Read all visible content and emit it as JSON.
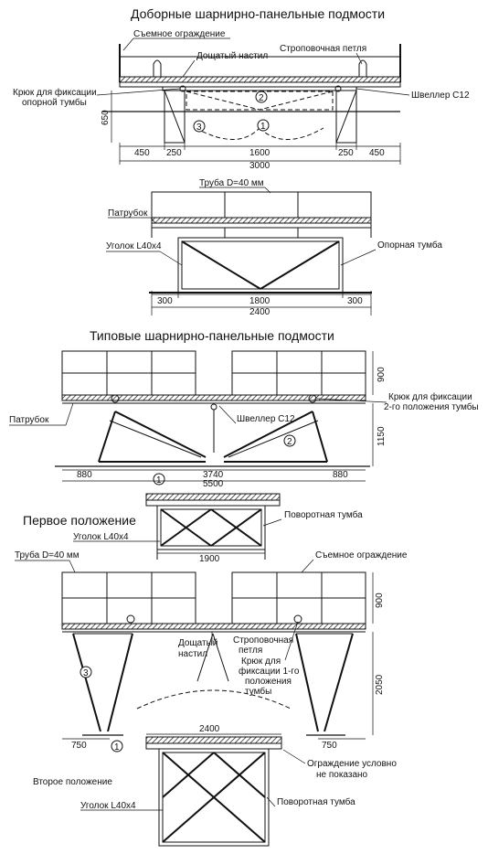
{
  "section1": {
    "title": "Доборные шарнирно-панельные подмости",
    "labels": {
      "removable_fence": "Съемное ограждение",
      "plank_deck": "Дощатый настил",
      "lifting_loop": "Строповочная петля",
      "hook_line1": "Крюк для фиксации",
      "hook_line2": "опорной тумбы",
      "channel": "Швеллер С12",
      "height": "650",
      "callout1": "1",
      "callout2": "2",
      "callout3": "3"
    },
    "dims": [
      "450",
      "250",
      "1600",
      "250",
      "450"
    ],
    "total": "3000"
  },
  "section2": {
    "labels": {
      "pipe": "Труба D=40 мм",
      "nozzle": "Патрубок",
      "angle": "Уголок L40x4",
      "support": "Опорная тумба"
    },
    "dims": [
      "300",
      "1800",
      "300"
    ],
    "total": "2400"
  },
  "section3": {
    "title": "Типовые шарнирно-панельные подмости",
    "labels": {
      "nozzle": "Патрубок",
      "channel": "Швеллер С12",
      "hook_line1": "Крюк для фиксации",
      "hook_line2": "2-го положения тумбы",
      "h900": "900",
      "h1150": "1150",
      "callout1": "1",
      "callout2": "2"
    },
    "dims": [
      "880",
      "3740",
      "880"
    ],
    "total": "5500"
  },
  "section4": {
    "title": "Первое положение",
    "labels": {
      "angle": "Уголок L40x4",
      "support": "Поворотная тумба"
    },
    "dim": "1900"
  },
  "section5": {
    "labels": {
      "pipe": "Труба D=40 мм",
      "fence": "Съемное ограждение",
      "deck_line1": "Дощатый",
      "deck_line2": "настил",
      "loop_line1": "Строповочная",
      "loop_line2": "петля",
      "hook_line1": "Крюк для",
      "hook_line2": "фиксации 1-го",
      "hook_line3": "положения",
      "hook_line4": "тумбы",
      "h900": "900",
      "h2050": "2050",
      "callout1": "1",
      "callout3": "3"
    },
    "dims": [
      "750",
      "750"
    ],
    "top_dim": "2400"
  },
  "section6": {
    "title": "Второе положение",
    "labels": {
      "fence_line1": "Ограждение условно",
      "fence_line2": "не показано",
      "angle": "Уголок L40x4",
      "support": "Поворотная тумба"
    }
  }
}
